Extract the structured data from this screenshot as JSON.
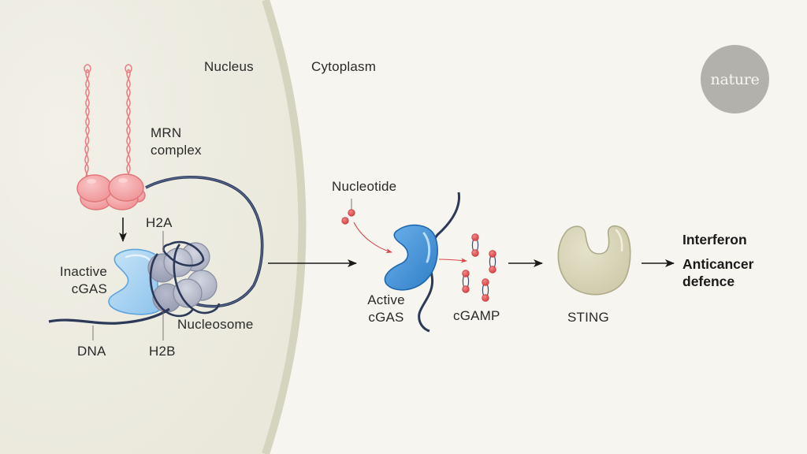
{
  "figure": {
    "regions": {
      "nucleus": "Nucleus",
      "cytoplasm": "Cytoplasm"
    },
    "labels": {
      "mrn_complex": [
        "MRN",
        "complex"
      ],
      "h2a": "H2A",
      "h2b": "H2B",
      "inactive_cgas": [
        "Inactive",
        "cGAS"
      ],
      "dna": "DNA",
      "nucleosome": "Nucleosome",
      "nucleotide": "Nucleotide",
      "active_cgas": [
        "Active",
        "cGAS"
      ],
      "cgamp": "cGAMP",
      "sting": "STING"
    },
    "outcomes": {
      "interferon": "Interferon",
      "anticancer": [
        "Anticancer",
        "defence"
      ]
    },
    "logo": "nature"
  },
  "colors": {
    "nucleus_fill": "#ecebe0",
    "cytoplasm_fill": "#f6f5ef",
    "membrane": "#d5d4bf",
    "dna": "#3e4d6b",
    "mrn": "#f2a3a6",
    "mrn_stroke": "#e07579",
    "histone": "#b4b8c8",
    "histone_stroke": "#8a8fa2",
    "inactive_cgas": "#a9d3f1",
    "inactive_cgas_stroke": "#5fa5dd",
    "active_cgas": "#3f8fd6",
    "active_cgas_stroke": "#1f68ad",
    "nucleotide": "#e05355",
    "sting": "#d6d3b6",
    "sting_stroke": "#aeab8b",
    "arrow": "#1a1a1a",
    "red_arrow": "#d9474a",
    "logo_bg": "#b3b1ab"
  }
}
